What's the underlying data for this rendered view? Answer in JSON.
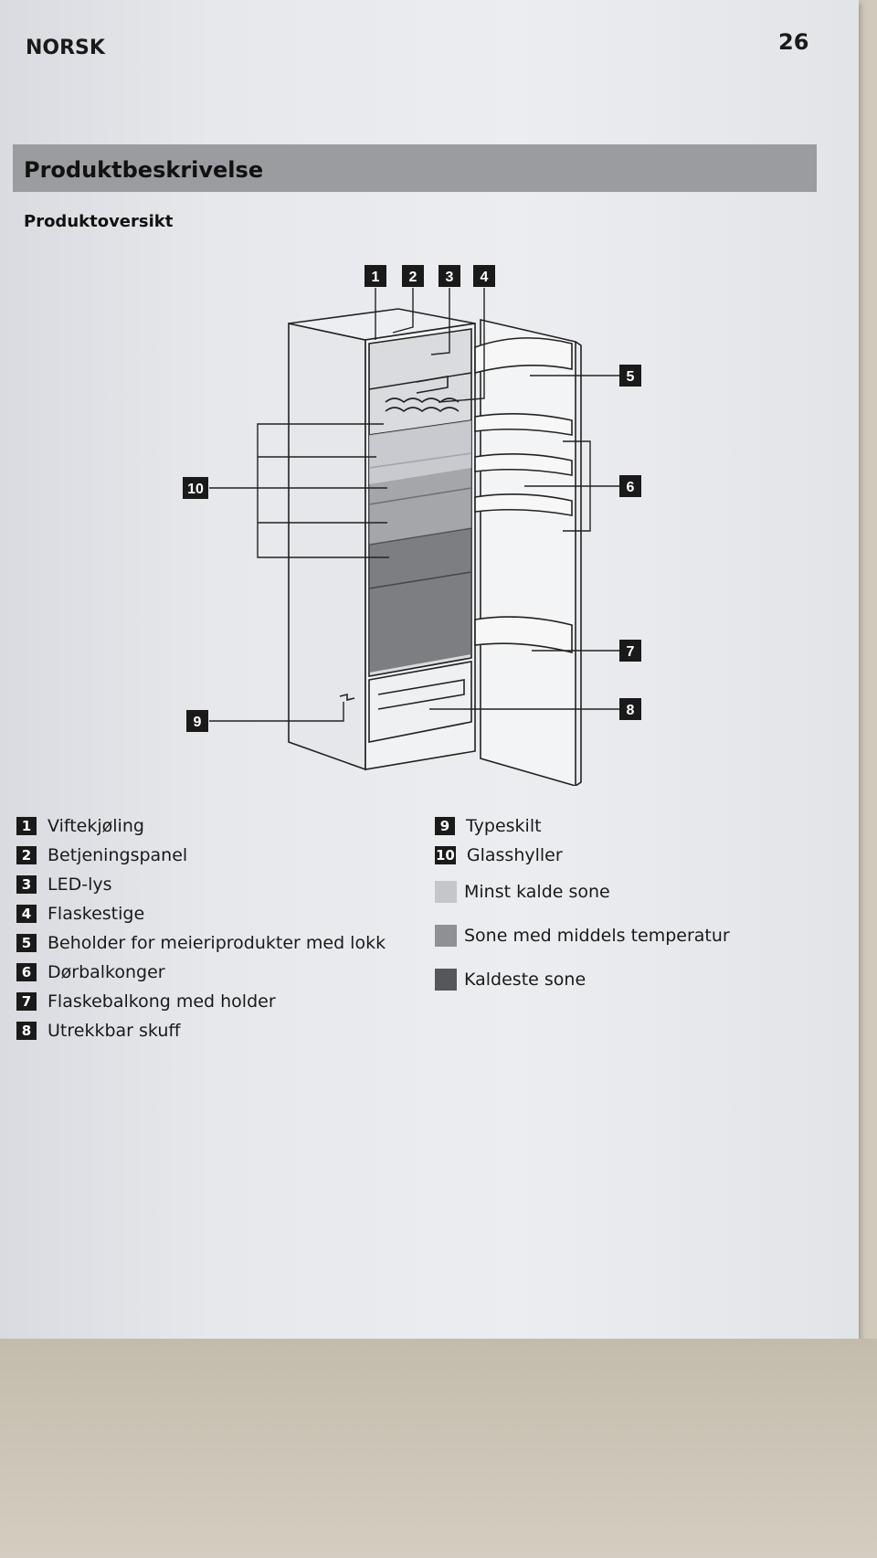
{
  "header": {
    "language": "NORSK",
    "page_number": "26"
  },
  "section": {
    "title": "Produktbeskrivelse",
    "subtitle": "Produktoversikt"
  },
  "diagram": {
    "callouts": [
      "1",
      "2",
      "3",
      "4",
      "5",
      "6",
      "7",
      "8",
      "9",
      "10"
    ]
  },
  "legend": {
    "left": [
      {
        "num": "1",
        "label": "Viftekjøling"
      },
      {
        "num": "2",
        "label": "Betjeningspanel"
      },
      {
        "num": "3",
        "label": "LED-lys"
      },
      {
        "num": "4",
        "label": "Flaskestige"
      },
      {
        "num": "5",
        "label": "Beholder for meieriprodukter med lokk"
      },
      {
        "num": "6",
        "label": "Dørbalkonger"
      },
      {
        "num": "7",
        "label": "Flaskebalkong med holder"
      },
      {
        "num": "8",
        "label": "Utrekkbar skuff"
      }
    ],
    "right": [
      {
        "num": "9",
        "label": "Typeskilt"
      },
      {
        "num": "10",
        "label": "Glasshyller"
      }
    ],
    "zones": [
      {
        "label": "Minst kalde sone",
        "color": "#c4c6ca"
      },
      {
        "label": "Sone med middels temperatur",
        "color": "#8e9094"
      },
      {
        "label": "Kaldeste sone",
        "color": "#55575b"
      }
    ]
  }
}
